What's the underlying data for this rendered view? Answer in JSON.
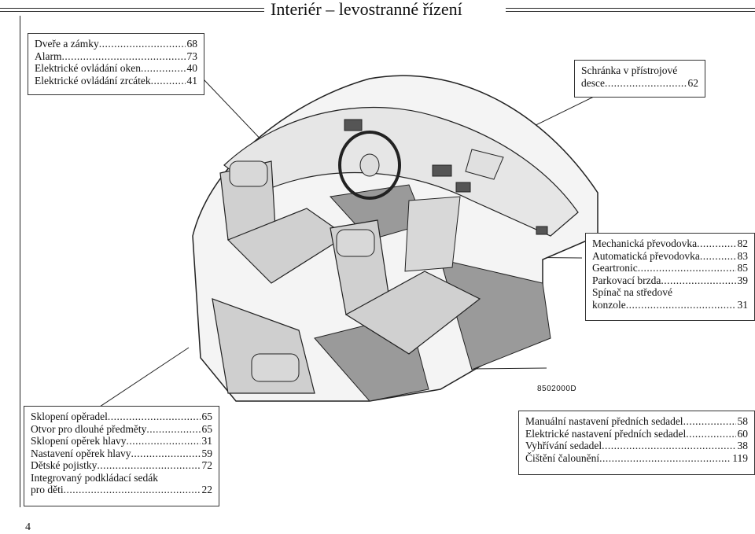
{
  "header": {
    "title": "Interiér – levostranné řízení"
  },
  "boxes": {
    "top_left": {
      "items": [
        {
          "label": "Dveře a zámky",
          "page": "68"
        },
        {
          "label": "Alarm",
          "page": "73"
        },
        {
          "label": "Elektrické ovládání oken",
          "page": "40"
        },
        {
          "label": "Elektrické ovládání zrcátek",
          "page": "41"
        }
      ]
    },
    "top_right": {
      "line1": "Schránka v přístrojové",
      "line2_label": "desce",
      "line2_page": "62"
    },
    "middle_right": {
      "items": [
        {
          "label": "Mechanická převodovka",
          "page": "82"
        },
        {
          "label": "Automatická převodovka",
          "page": "83"
        },
        {
          "label": "Geartronic",
          "page": "85"
        },
        {
          "label": "Parkovací brzda",
          "page": "39"
        }
      ],
      "extra_line1": "Spínač na středové",
      "extra_label": "konzole",
      "extra_page": "31"
    },
    "bottom_left": {
      "items": [
        {
          "label": "Sklopení opěradel",
          "page": "65"
        },
        {
          "label": "Otvor pro dlouhé předměty",
          "page": "65"
        },
        {
          "label": "Sklopení opěrek hlavy",
          "page": "31"
        },
        {
          "label": "Nastavení opěrek hlavy",
          "page": "59"
        },
        {
          "label": "Dětské pojistky",
          "page": "72"
        }
      ],
      "extra_line1": "Integrovaný podkládací sedák",
      "extra_label": "pro děti",
      "extra_page": "22"
    },
    "bottom_right": {
      "items": [
        {
          "label": "Manuální nastavení předních sedadel",
          "page": "58"
        },
        {
          "label": "Elektrické nastavení předních sedadel",
          "page": "60"
        },
        {
          "label": "Vyhřívání sedadel",
          "page": "38"
        },
        {
          "label": "Čištění čalounění",
          "page": "119"
        }
      ]
    }
  },
  "figure": {
    "code": "8502000D"
  },
  "footer": {
    "page_number": "4"
  },
  "colors": {
    "floor": "#9a9a9a",
    "seat": "#d0d0d0",
    "dash": "#e6e6e6",
    "line": "#222222"
  }
}
